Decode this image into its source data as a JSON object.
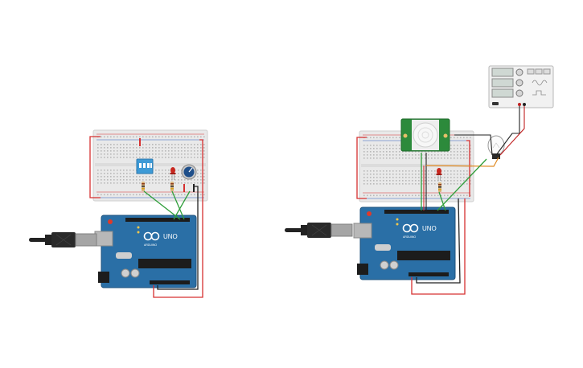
{
  "circuits": {
    "left": {
      "arduino": {
        "logo_text": "UNO",
        "brand_text": "ARDUINO"
      },
      "components": [
        "breadboard",
        "dip-switch",
        "led",
        "potentiometer",
        "arduino-uno",
        "usb-cable"
      ]
    },
    "right": {
      "arduino": {
        "logo_text": "UNO",
        "brand_text": "ARDUINO"
      },
      "components": [
        "breadboard",
        "pir-sensor",
        "led",
        "light-bulb",
        "function-generator",
        "arduino-uno",
        "usb-cable"
      ]
    }
  },
  "colors": {
    "breadboard": "#e9e9e9",
    "breadboard_hole": "#b9b9b9",
    "arduino_board": "#2a6fa6",
    "arduino_board_dark": "#1d527c",
    "wire_red": "#d63030",
    "wire_black": "#222222",
    "wire_green": "#2f9e3a",
    "wire_orange": "#e08a22",
    "pir_board": "#2c8a3b",
    "usb_plug": "#9c9c9c",
    "usb_cable": "#222222",
    "dip_switch": "#3d9ad6",
    "pot_knob": "#1f4f8a",
    "led_red": "#c8271f"
  }
}
